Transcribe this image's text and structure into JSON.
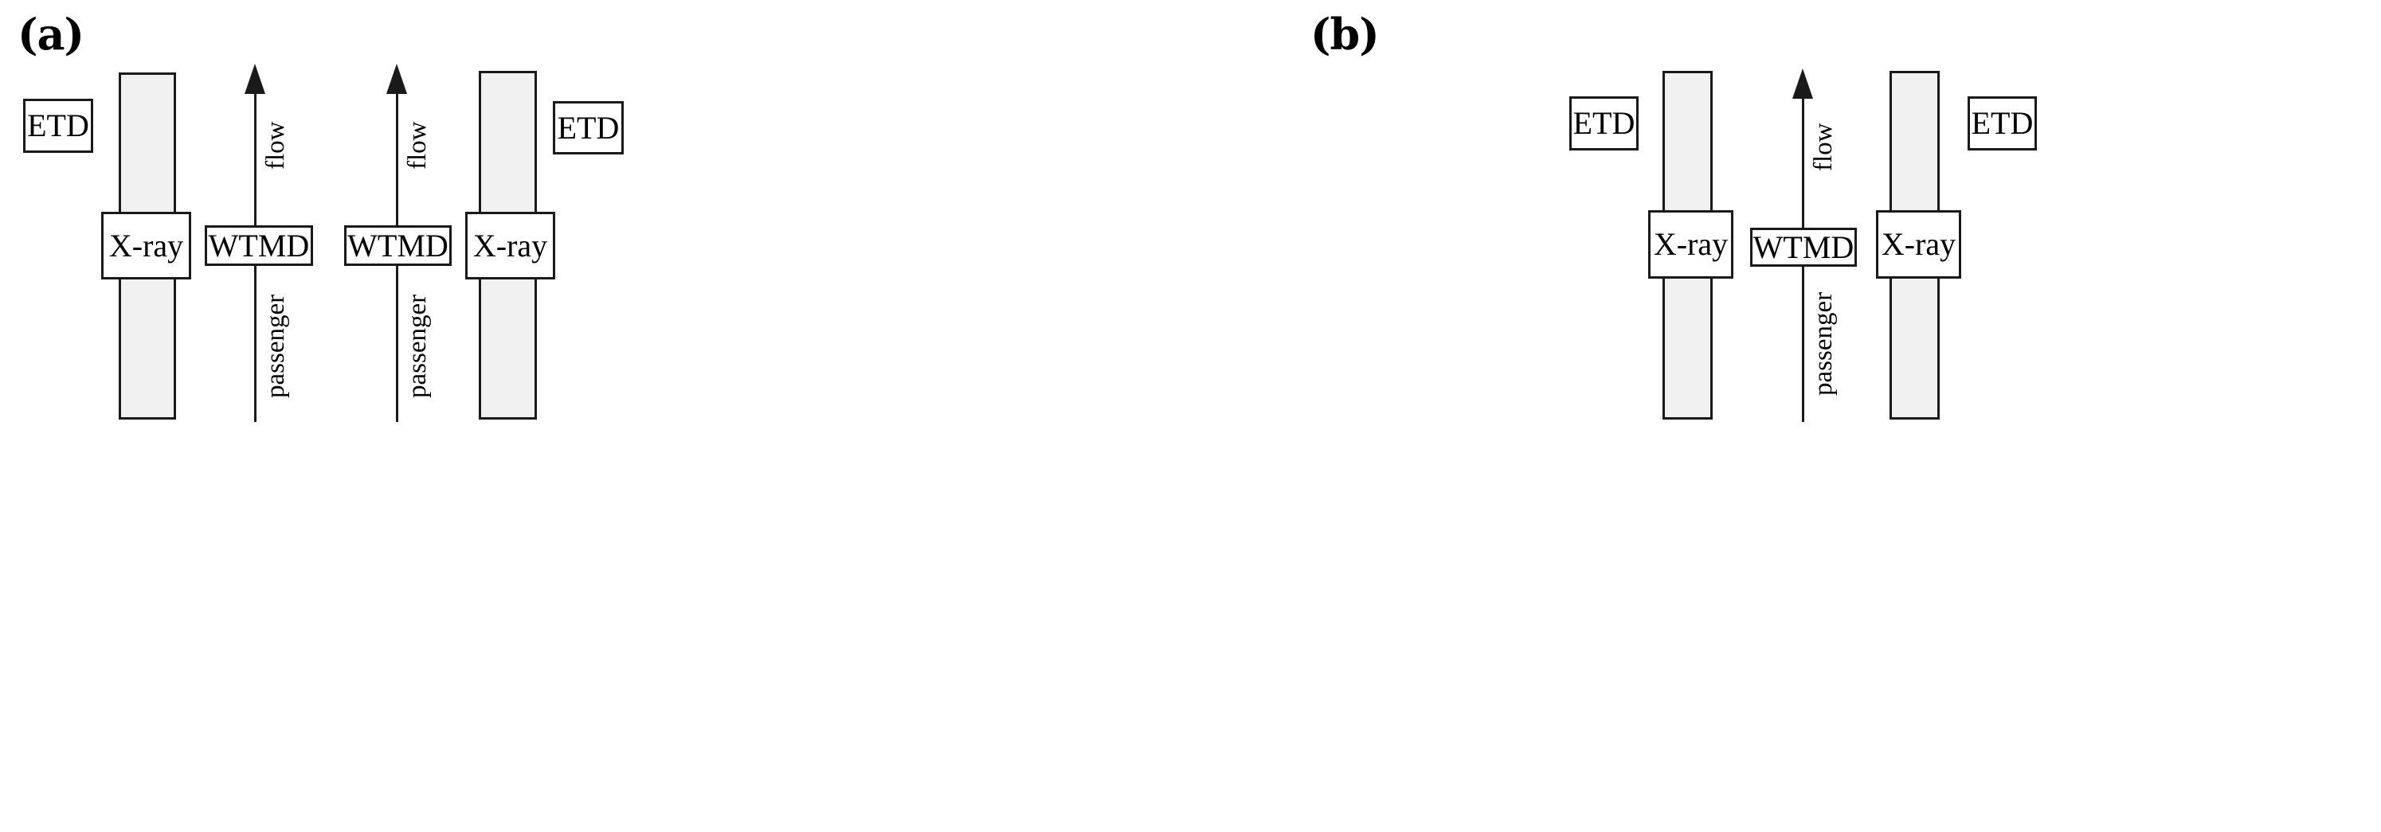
{
  "figure": {
    "background_color": "#ffffff",
    "line_color": "#1a1a1a",
    "corridor_fill": "#f1f1f1",
    "box_fill": "#ffffff"
  },
  "panels": [
    {
      "id": "a",
      "label": "(a)",
      "etd_left_label": "ETD",
      "etd_right_label": "ETD",
      "xray_left_label": "X-ray",
      "xray_right_label": "X-ray",
      "wtmd_left_label": "WTMD",
      "wtmd_right_label": "WTMD",
      "lane_left_flow_label": "flow",
      "lane_left_passenger_label": "passenger",
      "lane_right_flow_label": "flow",
      "lane_right_passenger_label": "passenger"
    },
    {
      "id": "b",
      "label": "(b)",
      "etd_left_label": "ETD",
      "etd_right_label": "ETD",
      "xray_left_label": "X-ray",
      "xray_right_label": "X-ray",
      "wtmd_label": "WTMD",
      "lane_flow_label": "flow",
      "lane_passenger_label": "passenger"
    }
  ]
}
